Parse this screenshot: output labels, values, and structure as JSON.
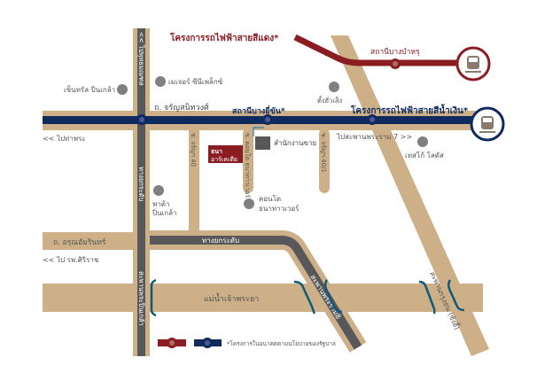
{
  "colors": {
    "road": "#cdb088",
    "elevated": "#58585a",
    "blue_line": "#0f2a5e",
    "red_line": "#8b1c22",
    "landmark": "#808083",
    "bridge_mark": "#0d5a7a"
  },
  "lines": {
    "red": {
      "title": "โครงการรถไฟฟ้าสายสีแดง*",
      "station": "สถานีบางบำหรุ"
    },
    "blue": {
      "title": "โครงการรถไฟฟ้าสายสีน้ำเงิน*",
      "station": "สถานีบางยี่ขัน*"
    }
  },
  "roads": {
    "vertical_top": "<< ไปพุทธมณฑล",
    "main": "ถ. จรัญสนิทวงศ์",
    "to_tha_phra": "<< ไปท่าพระ",
    "to_rama7": "ไปสะพานพระราม 7 >>",
    "soi40": "ซ. จรัญฯ 40",
    "soi_condo": "ซ. คอนโด ธนาทาวเวอร์",
    "soi40_1": "ซ. จรัญฯ 40/1",
    "elevated_vertical": "ทางยกระดับ",
    "elevated_horizontal": "ทางยกระดับ",
    "arun": "ถ. อรุณอัมรินทร์",
    "to_siriraj": "<< ไป รพ.ศิริราช",
    "pinklao_bridge": "สะพานพระปิ่นเกล้า",
    "rama8_bridge": "สะพานพระราม8",
    "krungthon_bridge": "สะพานกรุงธน (ซังฮี้)",
    "river": "แม่น้ำเจ้าพระยา"
  },
  "landmarks": {
    "central": "เซ็นทรัล ปิ่นเกล้า",
    "major": "เมเจอร์ ซีนีเพล็กซ์",
    "tang": "ตั้งฮั่วเส็ง",
    "tesco": "เทสโก้ โลตัส",
    "pata": [
      "พาต้า",
      "ปิ่นเกล้า"
    ],
    "condo": [
      "คอนโด",
      "ธนาทาวเวอร์"
    ],
    "sales_office": "สำนักงานขาย",
    "project": [
      "ธนา",
      "อาร์เคเดีย"
    ]
  },
  "legend": {
    "note": "*โครงการในอนาคตตามนโยบายของรัฐบาล"
  }
}
